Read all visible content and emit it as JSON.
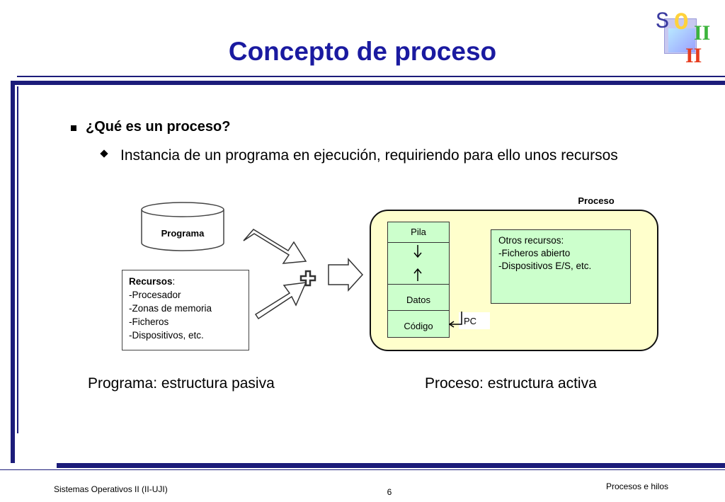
{
  "logo": {
    "s": "S",
    "o": "O",
    "ii_top": "II",
    "ii_bottom": "II"
  },
  "slide": {
    "title": "Concepto de proceso"
  },
  "bullets": {
    "question": "¿Qué es un proceso?",
    "answer": "Instancia de un programa en ejecución, requiriendo para ello unos recursos"
  },
  "diagram": {
    "programa_label": "Programa",
    "recursos": {
      "heading": "Recursos",
      "heading_colon": ":",
      "items": [
        "-Procesador",
        "-Zonas de memoria",
        "-Ficheros",
        "-Dispositivos, etc."
      ]
    },
    "proceso_label": "Proceso",
    "stack": {
      "pila": "Pila",
      "datos": "Datos",
      "codigo": "Código"
    },
    "pc_label": "PC",
    "otros": {
      "heading": "Otros recursos:",
      "items": [
        "-Ficheros abierto",
        "-Dispositivos E/S, etc."
      ]
    }
  },
  "captions": {
    "programa": "Programa: estructura pasiva",
    "proceso": "Proceso: estructura activa"
  },
  "footer": {
    "left": "Sistemas Operativos II (II-UJI)",
    "page": "6",
    "right": "Procesos e hilos"
  },
  "colors": {
    "title": "#1a1aa0",
    "rule": "#1c1c7a",
    "process_bg": "#ffffcc",
    "box_green": "#ccffcc",
    "logo_s": "#3a3aa0",
    "logo_o": "#ffd23c",
    "logo_ii_green": "#3cb43c",
    "logo_ii_red": "#e63c1e"
  }
}
